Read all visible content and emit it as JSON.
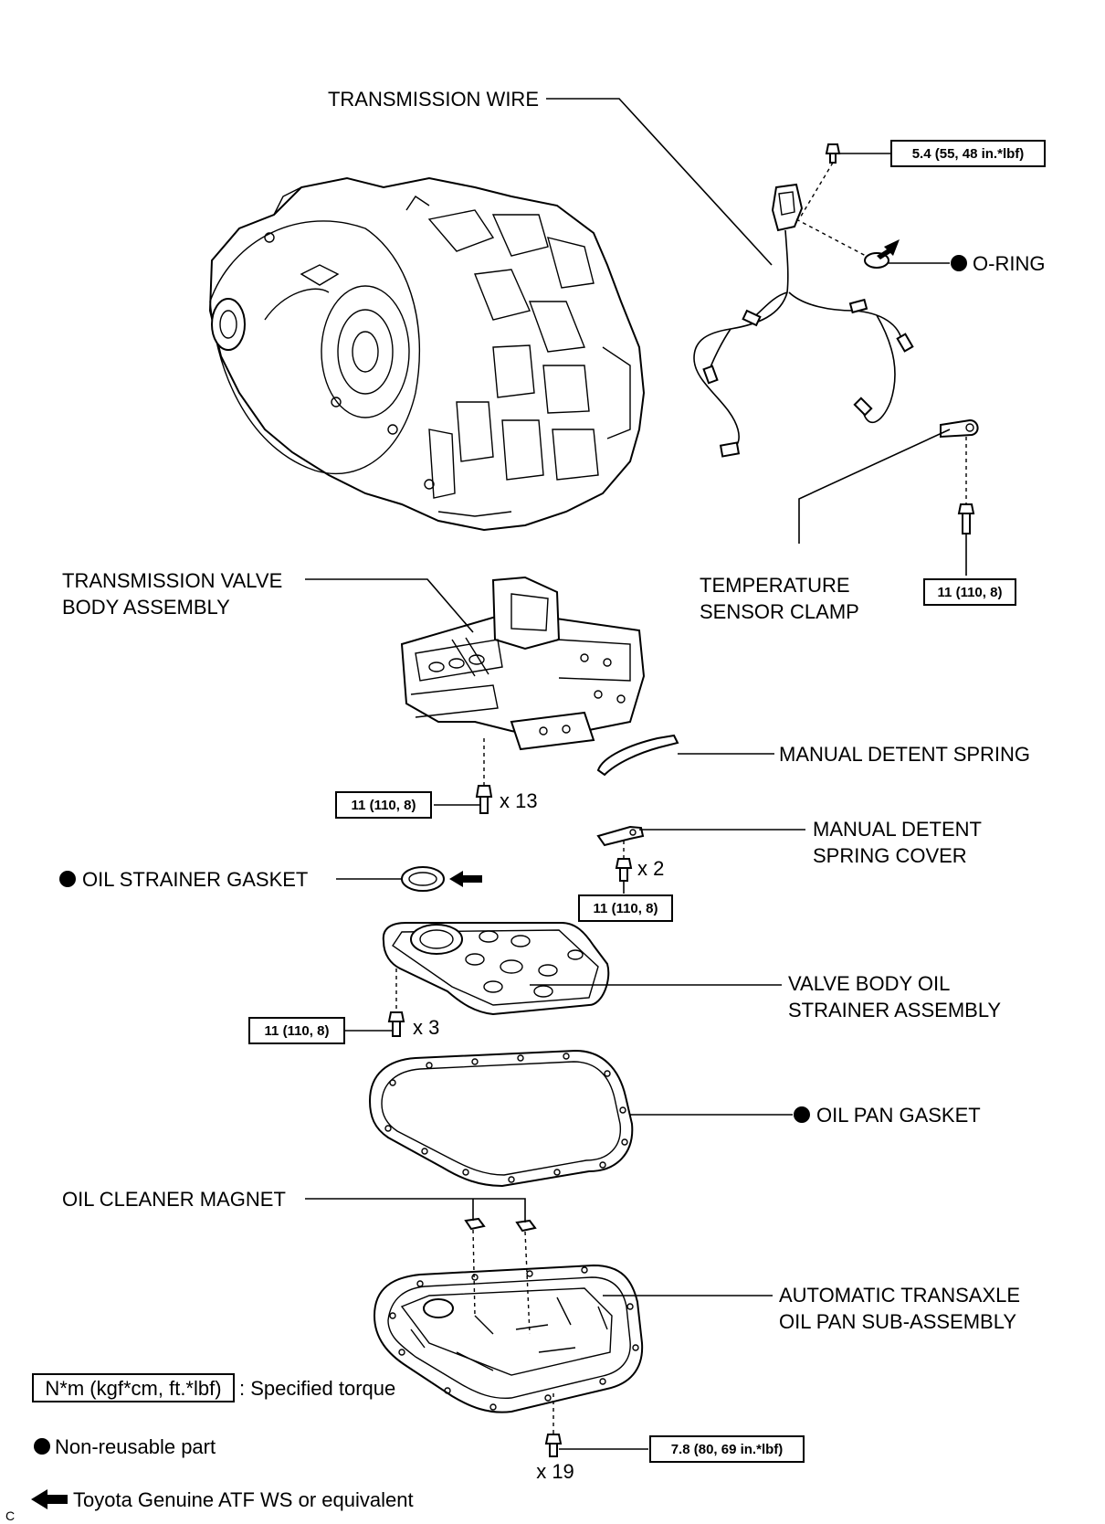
{
  "labels": {
    "transmission_wire": "TRANSMISSION WIRE",
    "o_ring": "O-RING",
    "temp_sensor_clamp_1": "TEMPERATURE",
    "temp_sensor_clamp_2": "SENSOR CLAMP",
    "valve_body_1": "TRANSMISSION VALVE",
    "valve_body_2": "BODY ASSEMBLY",
    "manual_detent_spring": "MANUAL DETENT SPRING",
    "detent_cover_1": "MANUAL DETENT",
    "detent_cover_2": "SPRING COVER",
    "oil_strainer_gasket": "OIL STRAINER GASKET",
    "strainer_assy_1": "VALVE BODY OIL",
    "strainer_assy_2": "STRAINER ASSEMBLY",
    "oil_pan_gasket": "OIL PAN GASKET",
    "oil_cleaner_magnet": "OIL CLEANER MAGNET",
    "oil_pan_1": "AUTOMATIC TRANSAXLE",
    "oil_pan_2": "OIL PAN SUB-ASSEMBLY"
  },
  "torques": {
    "wire_bolt": "5.4 (55, 48 in.*lbf)",
    "clamp_bolt": "11 (110, 8)",
    "valve_body_bolts": "11 (110, 8)",
    "cover_bolts": "11 (110, 8)",
    "strainer_bolts": "11 (110, 8)",
    "pan_bolts": "7.8 (80, 69 in.*lbf)"
  },
  "quantities": {
    "valve_body_bolts": "x 13",
    "cover_bolts": "x 2",
    "strainer_bolts": "x 3",
    "pan_bolts": "x 19"
  },
  "legend": {
    "torque_box": "N*m (kgf*cm, ft.*lbf)",
    "torque_desc": ": Specified torque",
    "non_reusable": "Non-reusable part",
    "atf": "Toyota Genuine ATF WS or equivalent"
  },
  "corner_mark": "C"
}
